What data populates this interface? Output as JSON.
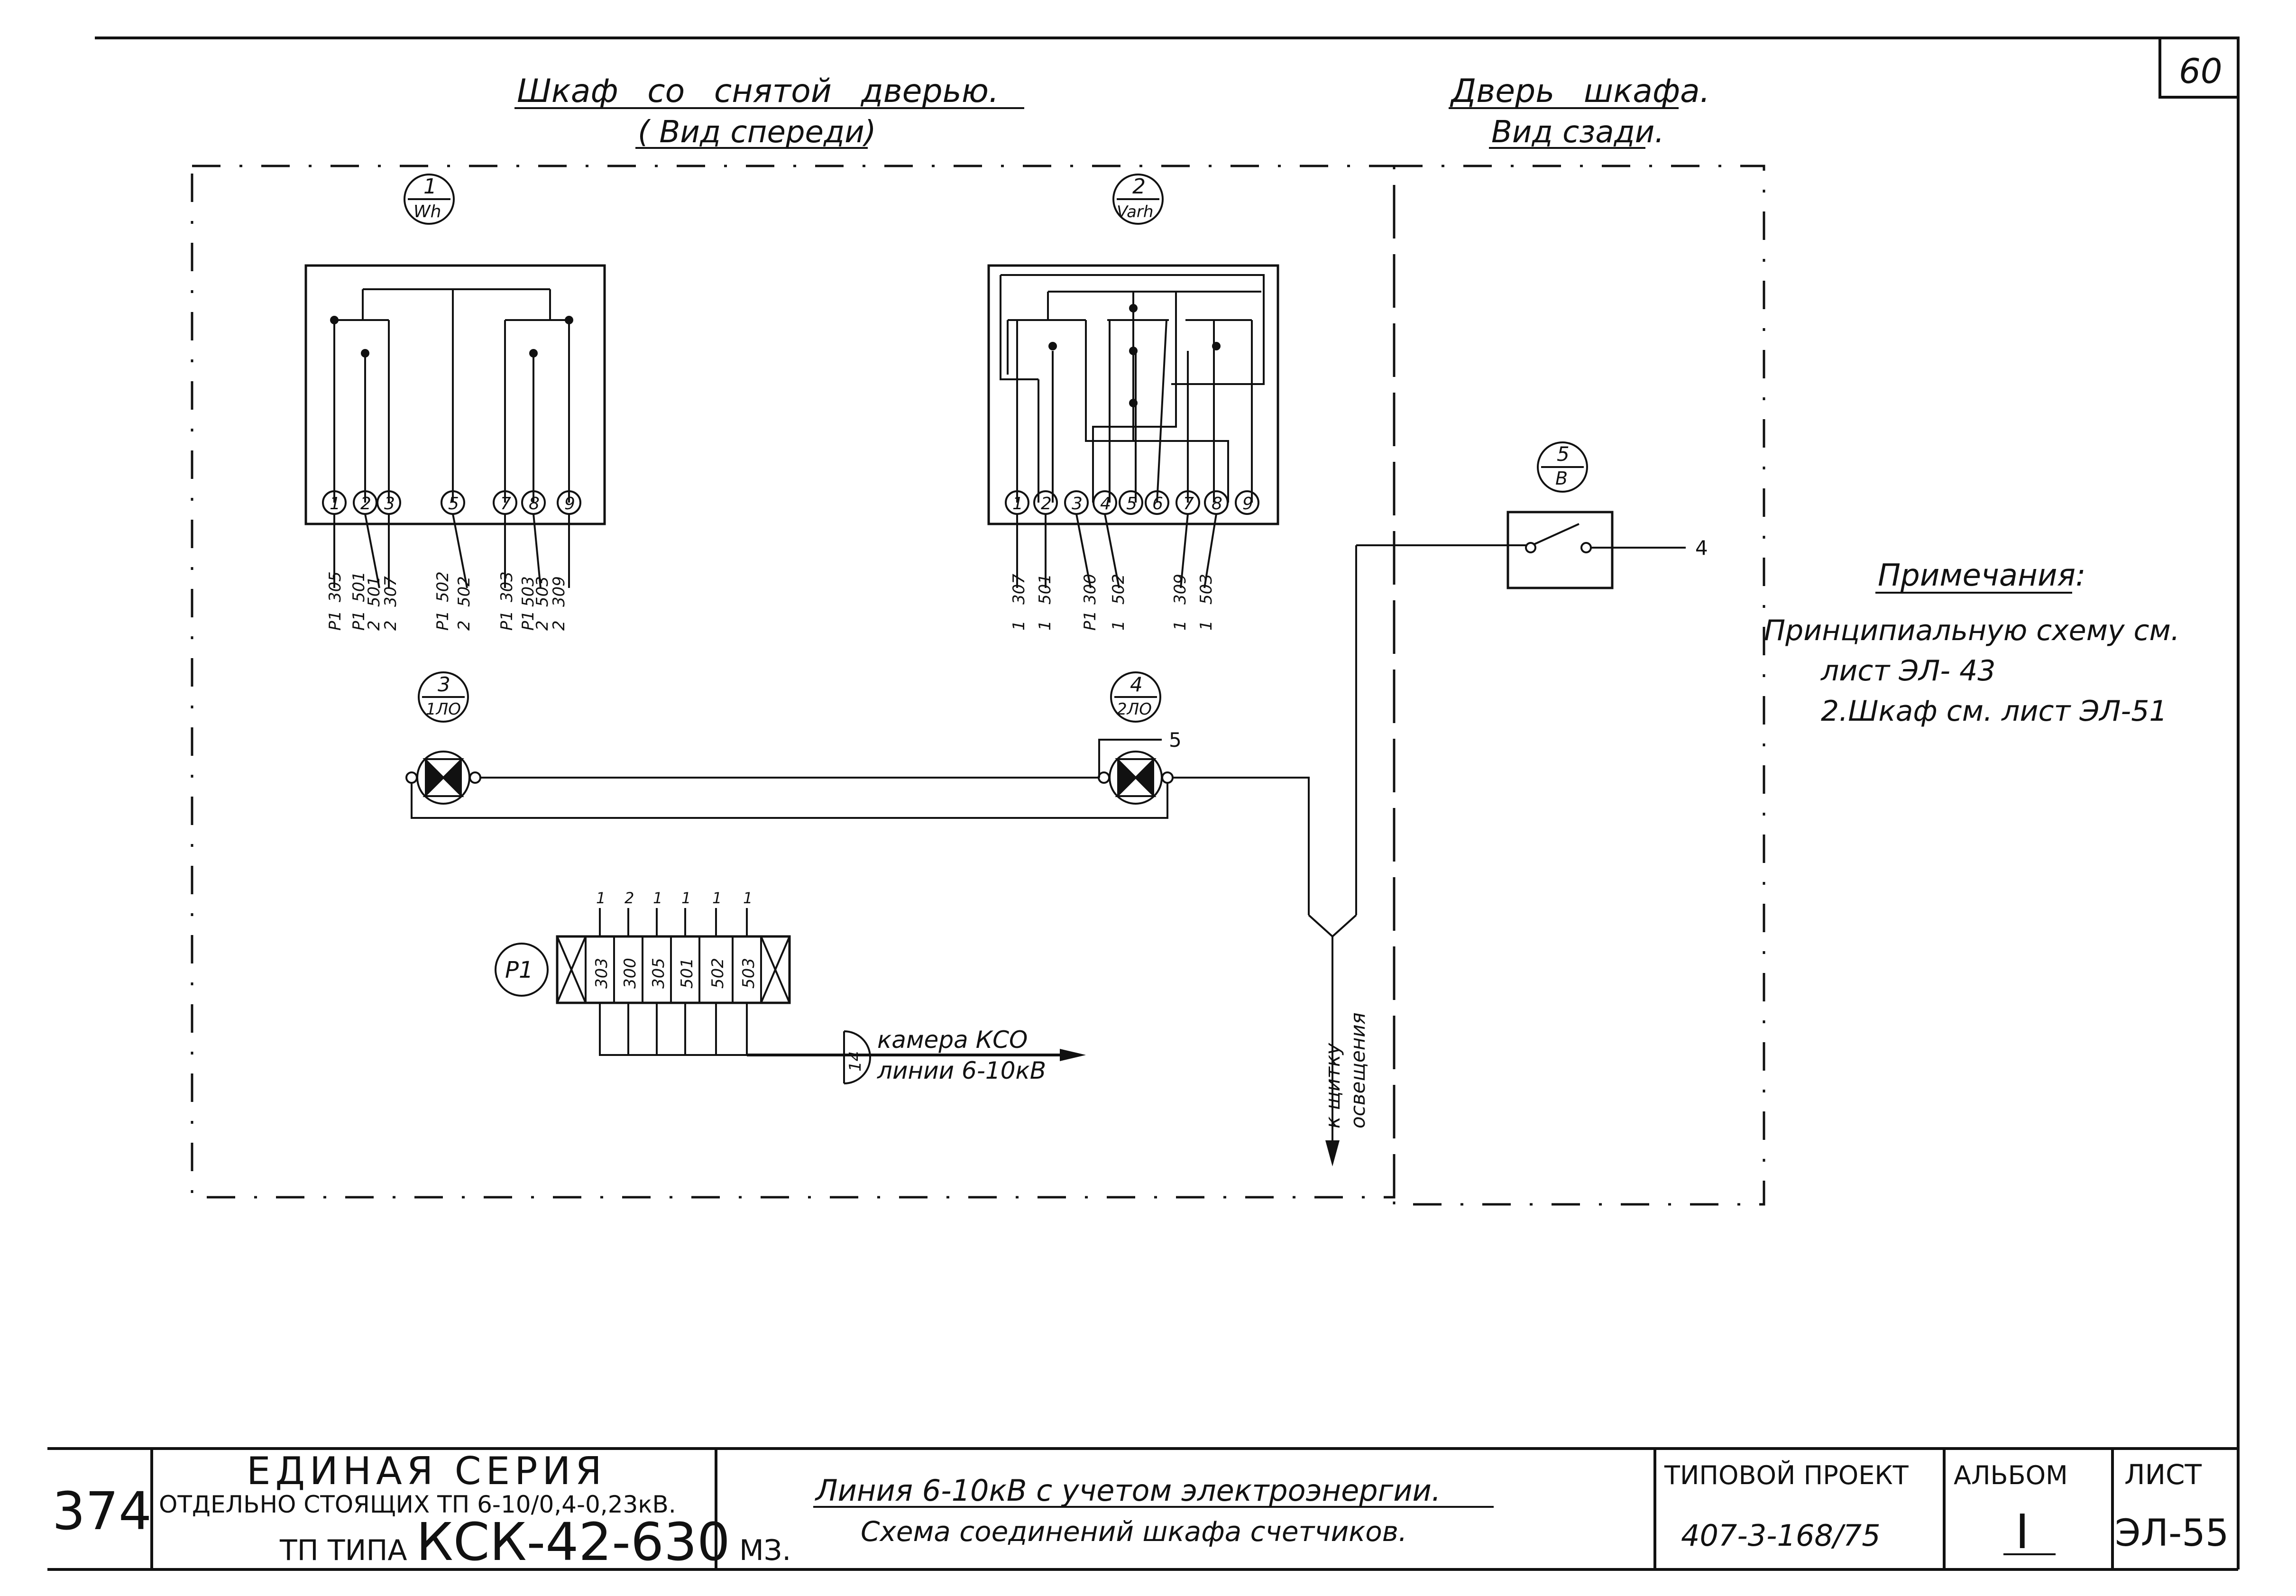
{
  "sheet_number": "60",
  "section_titles": {
    "left_title": "Шкаф со снятой дверью.",
    "left_subtitle": "( Вид спереди)",
    "right_title": "Дверь шкафа.",
    "right_subtitle": "Вид сзади."
  },
  "devices": {
    "meter1": {
      "num": "1",
      "type": "Wh",
      "terminals": [
        "1",
        "2",
        "3",
        "5",
        "7",
        "8",
        "9"
      ],
      "wire_labels": [
        "305",
        "501",
        "501",
        "307",
        "502",
        "502",
        "303",
        "503",
        "503",
        "309"
      ],
      "wire_ends": [
        "P1",
        "P1",
        "2",
        "2",
        "P1",
        "2",
        "P1",
        "P1",
        "2",
        "2"
      ]
    },
    "meter2": {
      "num": "2",
      "type": "Varh",
      "terminals": [
        "1",
        "2",
        "3",
        "4",
        "5",
        "6",
        "7",
        "8",
        "9"
      ],
      "wire_labels": [
        "307",
        "501",
        "300",
        "502",
        "309",
        "503"
      ],
      "wire_ends": [
        "1",
        "1",
        "P1",
        "1",
        "1",
        "1"
      ]
    },
    "lamp1": {
      "num": "3",
      "type": "1ЛО"
    },
    "lamp2": {
      "num": "4",
      "type": "2ЛО",
      "wire": "5"
    },
    "switch": {
      "num": "5",
      "type": "В",
      "wire": "4"
    },
    "terminal_block": {
      "label": "P1",
      "terminals": [
        "303",
        "300",
        "305",
        "501",
        "502",
        "503"
      ],
      "top_wires": [
        "1",
        "2",
        "1",
        "1",
        "1",
        "1"
      ]
    },
    "cable_ref": {
      "num": "14",
      "text_line1": "камера КСО",
      "text_line2": "линии 6-10кВ"
    },
    "down_label": {
      "line1": "к щитку",
      "line2": "освещения"
    }
  },
  "notes": {
    "heading": "Примечания:",
    "line1": "Принципиальную схему см.",
    "line2": "лист ЭЛ- 43",
    "line3": "2.Шкаф см. лист ЭЛ-51"
  },
  "title_block": {
    "code": "374",
    "series_line1": "ЕДИНАЯ СЕРИЯ",
    "series_line2": "ОТДЕЛЬНО СТОЯЩИХ ТП 6-10/0,4-0,23кВ.",
    "series_line3_a": "ТП ТИПА ",
    "series_line3_b": "КСК-42-630",
    "series_line3_c": " МЗ.",
    "drawing_title": "Линия 6-10кВ с учетом электроэнергии.",
    "drawing_subtitle": "Схема соединений шкафа счетчиков.",
    "project_label": "ТИПОВОЙ ПРОЕКТ",
    "project_number": "407-3-168/75",
    "album_label": "АЛЬБОМ",
    "album_number": "I",
    "sheet_label": "ЛИСТ",
    "sheet_code": "ЭЛ-55"
  }
}
